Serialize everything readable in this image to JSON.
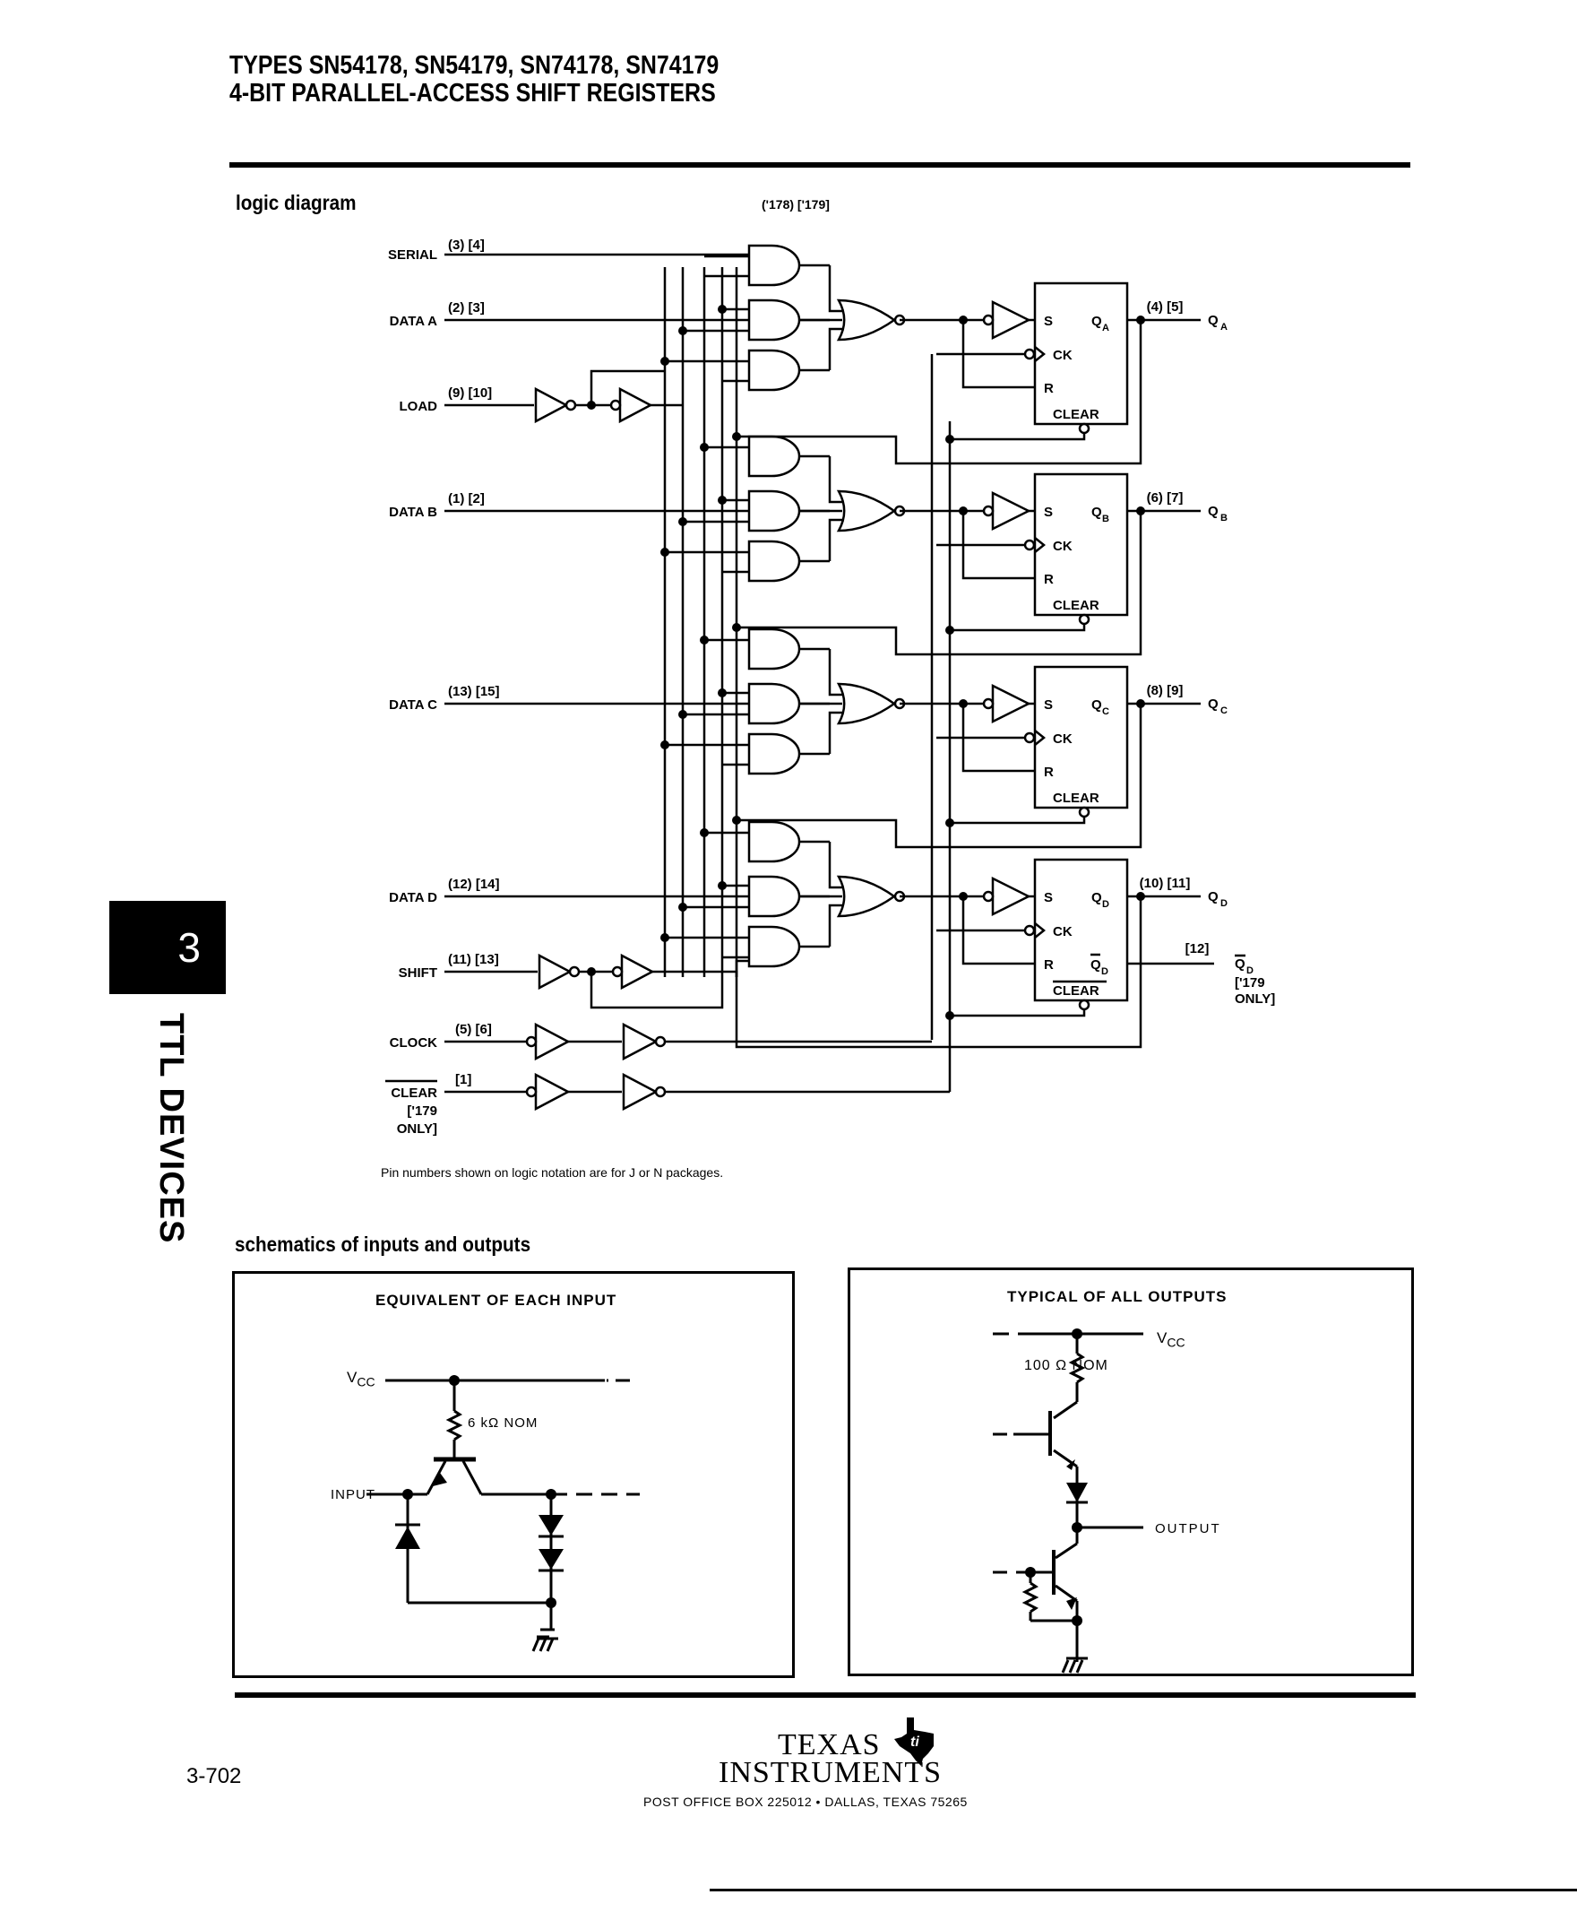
{
  "header": {
    "title_line1": "TYPES SN54178, SN54179, SN74178, SN74179",
    "title_line2": "4-BIT PARALLEL-ACCESS SHIFT REGISTERS"
  },
  "side_tab": {
    "section_number": "3",
    "section_label": "TTL DEVICES"
  },
  "logic_diagram": {
    "heading": "logic diagram",
    "package_legend": "('178) ['179]",
    "inputs": {
      "serial": {
        "label": "SERIAL",
        "pins": "(3) [4]"
      },
      "load": {
        "label": "LOAD",
        "pins": "(9) [10]"
      },
      "shift": {
        "label": "SHIFT",
        "pins": "(11) [13]"
      },
      "clock": {
        "label": "CLOCK",
        "pins": "(5) [6]"
      },
      "clear": {
        "label": "CLEAR",
        "pins": "[1]",
        "note1": "['179",
        "note2": "ONLY]"
      }
    },
    "stages": [
      {
        "data_label": "DATA A",
        "data_pins": "(2) [3]",
        "q_label": "Q",
        "q_sub": "A",
        "out_pins": "(4) [5]"
      },
      {
        "data_label": "DATA B",
        "data_pins": "(1) [2]",
        "q_label": "Q",
        "q_sub": "B",
        "out_pins": "(6) [7]"
      },
      {
        "data_label": "DATA C",
        "data_pins": "(13) [15]",
        "q_label": "Q",
        "q_sub": "C",
        "out_pins": "(8) [9]"
      },
      {
        "data_label": "DATA D",
        "data_pins": "(12) [14]",
        "q_label": "Q",
        "q_sub": "D",
        "out_pins": "(10) [11]"
      }
    ],
    "flipflop_pins": {
      "s": "S",
      "ck": "CK",
      "r": "R",
      "clear": "CLEAR"
    },
    "qd_bar": {
      "label": "Q",
      "sub": "D",
      "pins": "[12]",
      "note1": "['179",
      "note2": "ONLY]"
    },
    "footnote": "Pin numbers shown on logic notation are for J or N packages."
  },
  "schematics": {
    "heading": "schematics of inputs and outputs",
    "input_box": {
      "title": "EQUIVALENT OF EACH INPUT",
      "vcc": "V",
      "vcc_sub": "CC",
      "resistor": "6 kΩ NOM",
      "input_label": "INPUT"
    },
    "output_box": {
      "title": "TYPICAL OF ALL OUTPUTS",
      "vcc": "V",
      "vcc_sub": "CC",
      "resistor": "100 Ω NOM",
      "output_label": "OUTPUT"
    }
  },
  "footer": {
    "page_number": "3-702",
    "company_line1": "TEXAS",
    "company_line2": "INSTRUMENTS",
    "address": "POST OFFICE BOX 225012 • DALLAS, TEXAS 75265"
  }
}
